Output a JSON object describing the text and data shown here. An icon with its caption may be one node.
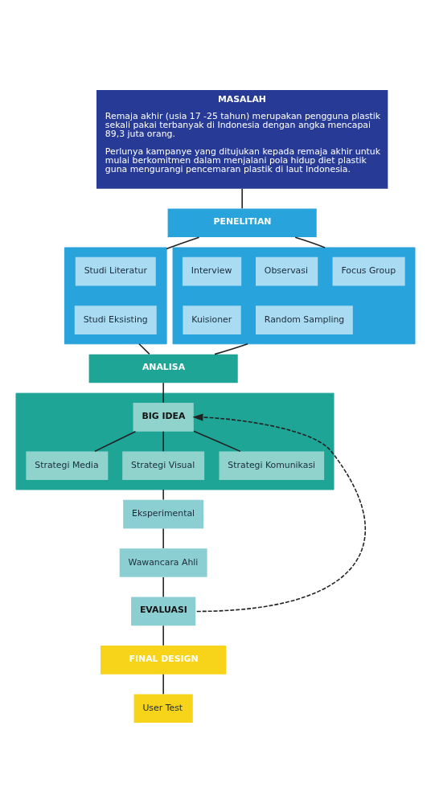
{
  "diagram": {
    "nodes": [
      {
        "text": [
          "MASALAH",
          "Remaja akhir (usia 17 -25 tahun) merupakan pengguna plastik sekali pakai terbanyak di Indonesia dengan angka mencapai 89,3 juta orang.",
          "Perlunya kampanye yang ditujukan kepada remaja akhir untuk mulai berkomitmen dalam menjalani pola hidup diet plastik guna mengurangi pencemaran plastik di laut Indonesia."
        ]
      },
      {
        "text": [
          "PENELITIAN"
        ]
      },
      {
        "text": [],
        "shape": "box"
      },
      {
        "text": [
          "Studi Literatur"
        ],
        "in": 2
      },
      {
        "text": [
          "Studi Eksisting"
        ],
        "in": 2
      },
      {
        "text": [],
        "shape": "box"
      },
      {
        "text": [
          "Interview"
        ],
        "in": 5
      },
      {
        "text": [
          "Observasi"
        ],
        "in": 5
      },
      {
        "text": [
          "Focus Group"
        ],
        "in": 5
      },
      {
        "text": [
          "Kuisioner"
        ],
        "in": 5
      },
      {
        "text": [
          "Random Sampling"
        ],
        "in": 5
      },
      {
        "text": [
          "ANALISA"
        ]
      },
      {
        "text": [],
        "shape": "box"
      },
      {
        "text": [
          "BIG IDEA"
        ],
        "in": 12
      },
      {
        "text": [
          "Strategi Media"
        ],
        "in": 12
      },
      {
        "text": [
          "Strategi Visual"
        ],
        "in": 12
      },
      {
        "text": [
          "Strategi Komunikasi"
        ],
        "in": 12
      },
      {
        "text": [
          "Eksperimental"
        ]
      },
      {
        "text": [
          "Wawancara Ahli"
        ]
      },
      {
        "text": [
          "EVALUASI"
        ]
      },
      {
        "text": [
          "FINAL DESIGN"
        ]
      },
      {
        "text": [
          "User Test"
        ]
      }
    ],
    "edges": [
      {
        "from": 0,
        "to": 1,
        "arrow": "none"
      },
      {
        "from": 1,
        "to": 2,
        "arrow": "none"
      },
      {
        "from": 1,
        "to": 5,
        "arrow": "none"
      },
      {
        "from": 2,
        "to": 11,
        "arrow": "none"
      },
      {
        "from": 5,
        "to": 11,
        "arrow": "none"
      },
      {
        "from": 11,
        "to": 13,
        "arrow": "none"
      },
      {
        "from": 13,
        "to": 14,
        "arrow": "none"
      },
      {
        "from": 13,
        "to": 15,
        "arrow": "none"
      },
      {
        "from": 13,
        "to": 16,
        "arrow": "none"
      },
      {
        "from": 12,
        "to": 17,
        "arrow": "none"
      },
      {
        "from": 17,
        "to": 18,
        "arrow": "none"
      },
      {
        "from": 18,
        "to": 19,
        "arrow": "none"
      },
      {
        "from": 19,
        "to": 20,
        "arrow": "none"
      },
      {
        "from": 20,
        "to": 21,
        "arrow": "none"
      },
      {
        "from": 19,
        "to": 13,
        "arrow": "to",
        "style": "dashed"
      }
    ]
  }
}
